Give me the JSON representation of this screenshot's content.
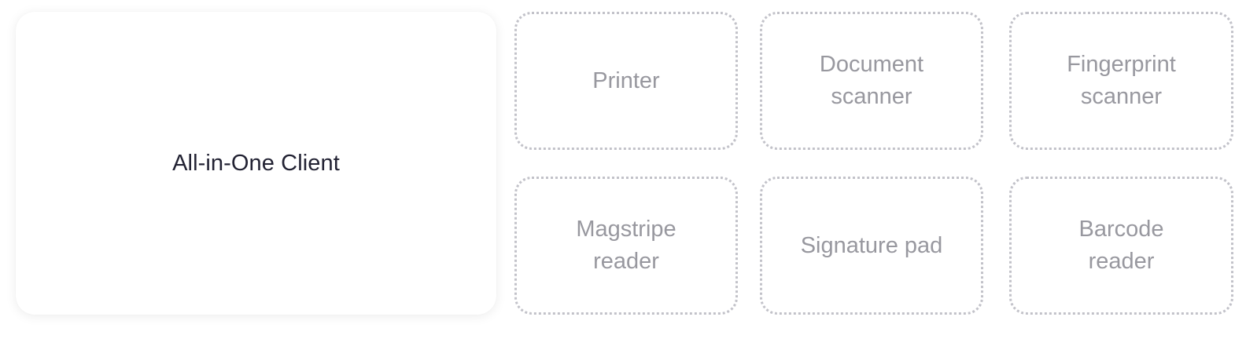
{
  "main": {
    "title": "All-in-One Client"
  },
  "devices": [
    {
      "label": "Printer"
    },
    {
      "label": "Document\nscanner"
    },
    {
      "label": "Fingerprint\nscanner"
    },
    {
      "label": "Magstripe\nreader"
    },
    {
      "label": "Signature pad"
    },
    {
      "label": "Barcode\nreader"
    }
  ],
  "colors": {
    "title_text": "#222233",
    "device_text": "#98989f",
    "device_border": "#c2c2c9"
  }
}
